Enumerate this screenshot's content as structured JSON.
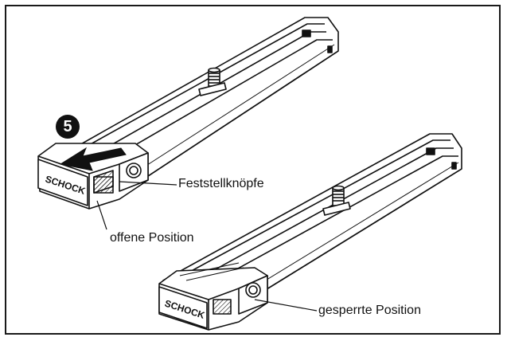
{
  "step": {
    "number": "5"
  },
  "labels": {
    "locking_buttons": "Feststellknöpfe",
    "open_position": "offene Position",
    "locked_position": "gesperrte Position"
  },
  "brand_mark": "SCHOCK"
}
